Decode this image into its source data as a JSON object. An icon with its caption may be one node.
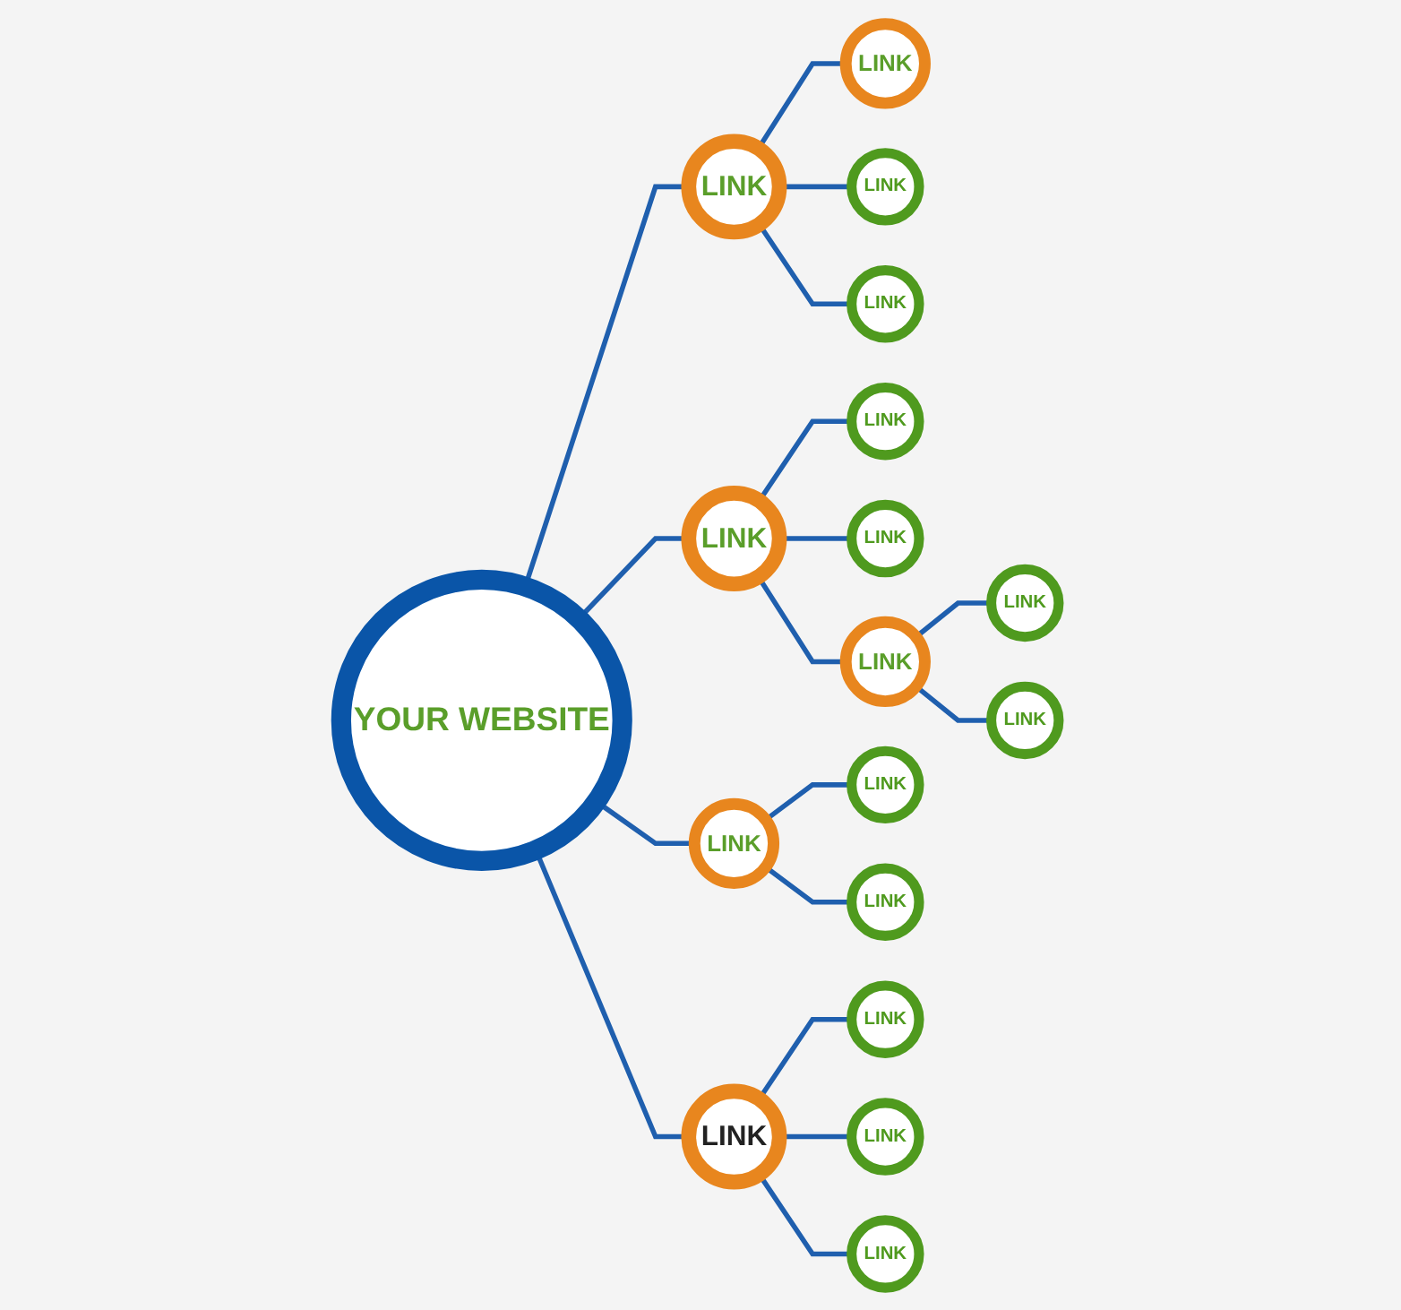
{
  "diagram": {
    "nodes": [
      {
        "text": [
          "YOUR WEBSITE"
        ]
      },
      {
        "text": [
          "LINK"
        ]
      },
      {
        "text": [
          "LINK"
        ]
      },
      {
        "text": [
          "LINK"
        ]
      },
      {
        "text": [
          "LINK"
        ]
      },
      {
        "text": [
          "LINK"
        ]
      },
      {
        "text": [
          "LINK"
        ]
      },
      {
        "text": [
          "LINK"
        ]
      },
      {
        "text": [
          "LINK"
        ]
      },
      {
        "text": [
          "LINK"
        ]
      },
      {
        "text": [
          "LINK"
        ]
      },
      {
        "text": [
          "LINK"
        ]
      },
      {
        "text": [
          "LINK"
        ]
      },
      {
        "text": [
          "LINK"
        ]
      },
      {
        "text": [
          "LINK"
        ]
      },
      {
        "text": [
          "LINK"
        ]
      },
      {
        "text": [
          "LINK"
        ]
      },
      {
        "text": [
          "LINK"
        ]
      }
    ],
    "edges": [
      {
        "from": 0,
        "to": 1,
        "arrow": "none"
      },
      {
        "from": 1,
        "to": 2,
        "arrow": "none"
      },
      {
        "from": 1,
        "to": 3,
        "arrow": "none"
      },
      {
        "from": 1,
        "to": 4,
        "arrow": "none"
      },
      {
        "from": 0,
        "to": 5,
        "arrow": "none"
      },
      {
        "from": 5,
        "to": 6,
        "arrow": "none"
      },
      {
        "from": 5,
        "to": 7,
        "arrow": "none"
      },
      {
        "from": 5,
        "to": 8,
        "arrow": "none"
      },
      {
        "from": 8,
        "to": 9,
        "arrow": "none"
      },
      {
        "from": 8,
        "to": 10,
        "arrow": "none"
      },
      {
        "from": 0,
        "to": 11,
        "arrow": "none"
      },
      {
        "from": 11,
        "to": 12,
        "arrow": "none"
      },
      {
        "from": 11,
        "to": 13,
        "arrow": "none"
      },
      {
        "from": 0,
        "to": 14,
        "arrow": "none"
      },
      {
        "from": 14,
        "to": 15,
        "arrow": "none"
      },
      {
        "from": 14,
        "to": 16,
        "arrow": "none"
      },
      {
        "from": 14,
        "to": 17,
        "arrow": "none"
      }
    ]
  }
}
